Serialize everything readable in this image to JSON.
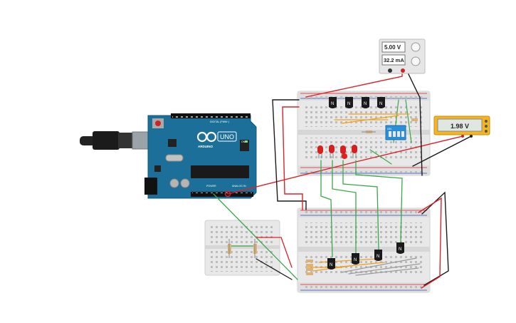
{
  "power_supply": {
    "voltage": "5.00 V",
    "current": "32.2 mA"
  },
  "multimeter": {
    "reading": "1.98 V"
  },
  "arduino": {
    "brand": "ARDUINO",
    "model": "UNO",
    "digital_label": "DIGITAL (PWM~)",
    "power_label": "POWER",
    "analog_label": "ANALOG IN",
    "on_label": "ON"
  },
  "dip_switch": {
    "on_label": "ON"
  },
  "transistor_label": "N",
  "colors": {
    "arduino_board": "#1b6f98",
    "breadboard": "#e9e9e9",
    "wire_red": "#d8232a",
    "wire_black": "#1a1a1a",
    "wire_green": "#3aa84a",
    "wire_orange": "#f0a020",
    "led_red": "#d62020",
    "multimeter_body": "#f5b521",
    "dip_switch": "#2a8fd8"
  }
}
